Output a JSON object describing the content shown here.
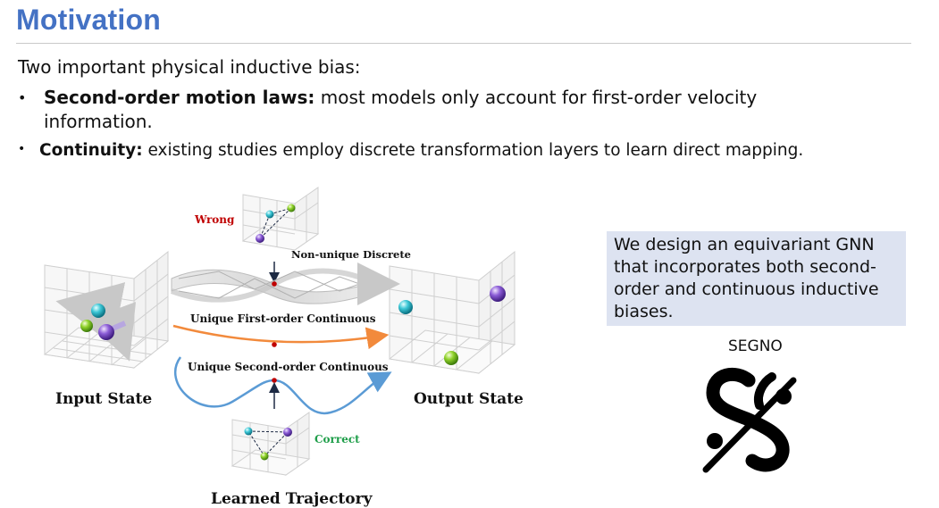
{
  "slide": {
    "title": "Motivation",
    "intro": "Two important physical inductive bias:",
    "bullets": [
      {
        "bold": "Second-order motion laws:",
        "text": " most models only account for first-order velocity information."
      },
      {
        "bold": "Continuity:",
        "text": " existing studies employ discrete transformation layers to learn direct mapping."
      }
    ]
  },
  "figure": {
    "wrong_label": "Wrong",
    "correct_label": "Correct",
    "discrete_label": "Non-unique Discrete",
    "first_order_label": "Unique First-order Continuous",
    "second_order_label": "Unique Second-order Continuous",
    "input_label": "Input State",
    "output_label": "Output State",
    "learned_label": "Learned Trajectory"
  },
  "callout": {
    "text": "We design an equivariant GNN that incorporates both second-order and continuous inductive biases."
  },
  "segno": {
    "caption": "SEGNO"
  },
  "colors": {
    "title": "#4472c4",
    "wrong": "#c00000",
    "correct": "#1f9e4a",
    "first_order_curve": "#f28a3c",
    "second_order_curve": "#5b9bd5",
    "callout_bg": "#dde3f1"
  }
}
